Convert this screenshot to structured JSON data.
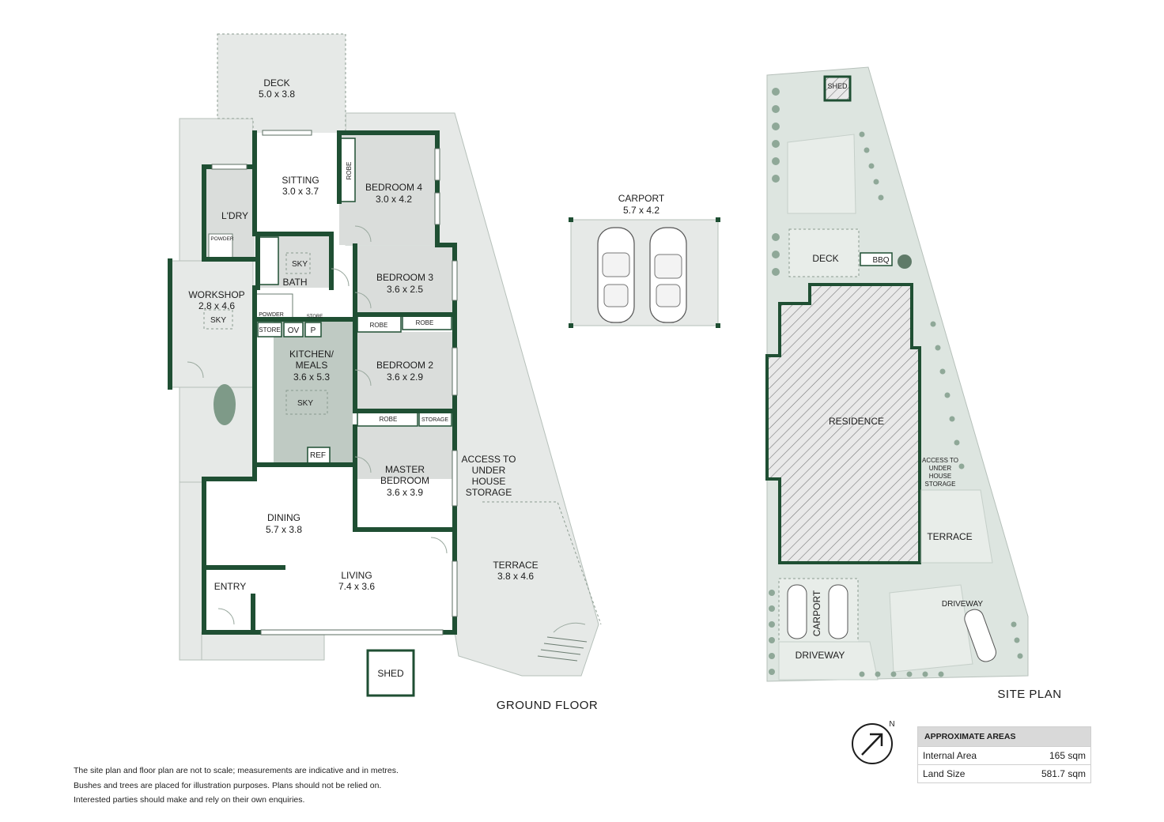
{
  "colors": {
    "wall": "#1f4f33",
    "room_fill": "#dadddb",
    "kitchen_fill": "#bfcac3",
    "outdoor_fill": "#e6e9e7",
    "site_fill": "#dde5e0",
    "hatch": "#7a7a7a"
  },
  "ground_floor": {
    "title": "GROUND FLOOR",
    "deck": {
      "name": "DECK",
      "dims": "5.0 x 3.8"
    },
    "sitting": {
      "name": "SITTING",
      "dims": "3.0 x 3.7"
    },
    "bedroom4": {
      "name": "BEDROOM 4",
      "dims": "3.0 x 4.2"
    },
    "robe4": "ROBE",
    "laundry": "L'DRY",
    "powder_top": "POWDER",
    "bath": "BATH",
    "bath_sky": "SKY",
    "bedroom3": {
      "name": "BEDROOM 3",
      "dims": "3.6 x 2.5"
    },
    "workshop": {
      "name": "WORKSHOP",
      "dims": "2.8 x 4.6",
      "sky": "SKY"
    },
    "powder_mid": "POWDER",
    "store_small": "STORE",
    "store": "STORE",
    "oven": "OV",
    "pantry": "P",
    "robe3a": "ROBE",
    "robe3b": "ROBE",
    "kitchen": {
      "name_l1": "KITCHEN/",
      "name_l2": "MEALS",
      "dims": "3.6 x 5.3",
      "sky": "SKY"
    },
    "bedroom2": {
      "name": "BEDROOM 2",
      "dims": "3.6 x 2.9"
    },
    "robe2": "ROBE",
    "storage": "STORAGE",
    "ref": "REF",
    "master": {
      "name_l1": "MASTER",
      "name_l2": "BEDROOM",
      "dims": "3.6 x 3.9"
    },
    "access": {
      "l1": "ACCESS TO",
      "l2": "UNDER",
      "l3": "HOUSE",
      "l4": "STORAGE"
    },
    "dining": {
      "name": "DINING",
      "dims": "5.7 x 3.8"
    },
    "living": {
      "name": "LIVING",
      "dims": "7.4 x 3.6"
    },
    "entry": "ENTRY",
    "terrace": {
      "name": "TERRACE",
      "dims": "3.8 x 4.6"
    },
    "shed": "SHED"
  },
  "carport": {
    "name": "CARPORT",
    "dims": "5.7 x 4.2"
  },
  "site_plan": {
    "title": "SITE PLAN",
    "shed": "SHED",
    "deck": "DECK",
    "bbq": "BBQ",
    "residence": "RESIDENCE",
    "access": {
      "l1": "ACCESS TO",
      "l2": "UNDER",
      "l3": "HOUSE",
      "l4": "STORAGE"
    },
    "terrace": "TERRACE",
    "carport": "CARPORT",
    "driveway_left": "DRIVEWAY",
    "driveway_right": "DRIVEWAY",
    "north": "N"
  },
  "disclaimer": {
    "line1": "The site plan and floor plan are not to scale; measurements are indicative and in metres.",
    "line2": "Bushes and trees are placed for illustration purposes. Plans should not be relied on.",
    "line3": "Interested parties should make and rely on their own enquiries."
  },
  "areas": {
    "heading": "APPROXIMATE AREAS",
    "internal_label": "Internal Area",
    "internal_value": "165 sqm",
    "land_label": "Land Size",
    "land_value": "581.7 sqm"
  }
}
